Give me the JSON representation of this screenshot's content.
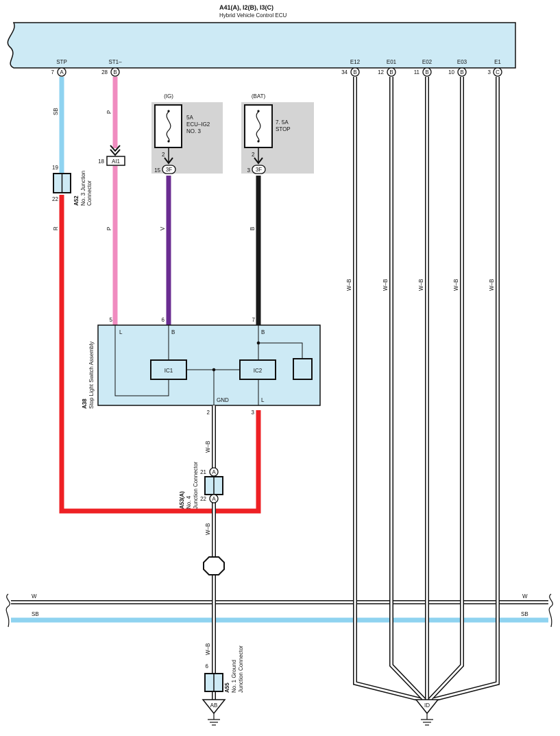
{
  "ecu": {
    "code": "A41(A), I2(B), I3(C)",
    "name": "Hybrid Vehicle Control ECU",
    "pins": [
      {
        "sig": "STP",
        "num": "7",
        "conn": "A"
      },
      {
        "sig": "ST1–",
        "num": "28",
        "conn": "B"
      },
      {
        "sig": "E12",
        "num": "34",
        "conn": "B"
      },
      {
        "sig": "E01",
        "num": "12",
        "conn": "B"
      },
      {
        "sig": "E02",
        "num": "11",
        "conn": "B"
      },
      {
        "sig": "E03",
        "num": "10",
        "conn": "B"
      },
      {
        "sig": "E1",
        "num": "3",
        "conn": "C"
      }
    ]
  },
  "fuses": [
    {
      "supply": "(IG)",
      "rating": "5A",
      "name1": "ECU–IG2",
      "name2": "NO. 3",
      "pin_in": "2",
      "pin_out": "15",
      "conn": "3F"
    },
    {
      "supply": "(BAT)",
      "rating": "7. 5A",
      "name1": "STOP",
      "name2": "",
      "pin_in": "2",
      "pin_out": "3",
      "conn": "3F"
    }
  ],
  "a52": {
    "code": "A52",
    "name1": "No. 3 Junction",
    "name2": "Connector",
    "pin_top": "19",
    "pin_bottom": "22"
  },
  "ai1": {
    "label": "AI1",
    "pin": "18"
  },
  "switch": {
    "code": "A38",
    "name": "Stop Light Switch Assembly",
    "pins_top": [
      "5",
      "6",
      "7"
    ],
    "terms_top": [
      "L",
      "B",
      "B"
    ],
    "ic": [
      "IC1",
      "IC2"
    ],
    "gnd": "GND",
    "l": "L",
    "pins_bottom": [
      "2",
      "3"
    ]
  },
  "a53": {
    "code": "A53(A)",
    "name1": "No. 4",
    "name2": "Junction Connector",
    "pin_top": "21",
    "pin_bottom": "22",
    "conn": "A"
  },
  "a55": {
    "code": "A55",
    "name1": "No. 1 Ground",
    "name2": "Junction Connector",
    "pin": "6"
  },
  "grounds": [
    "AB",
    "ID"
  ],
  "wires": {
    "sb": "SB",
    "p": "P",
    "r": "R",
    "v": "V",
    "b": "B",
    "wb": "W–B",
    "w": "W"
  },
  "colors": {
    "sb": "#8fd3f0",
    "pink": "#f08cc0",
    "red": "#ee2024",
    "violet": "#6a2c91",
    "black": "#1a1a1a",
    "ecu_fill": "#cdeaf5",
    "fuse_bg": "#d4d4d4"
  }
}
